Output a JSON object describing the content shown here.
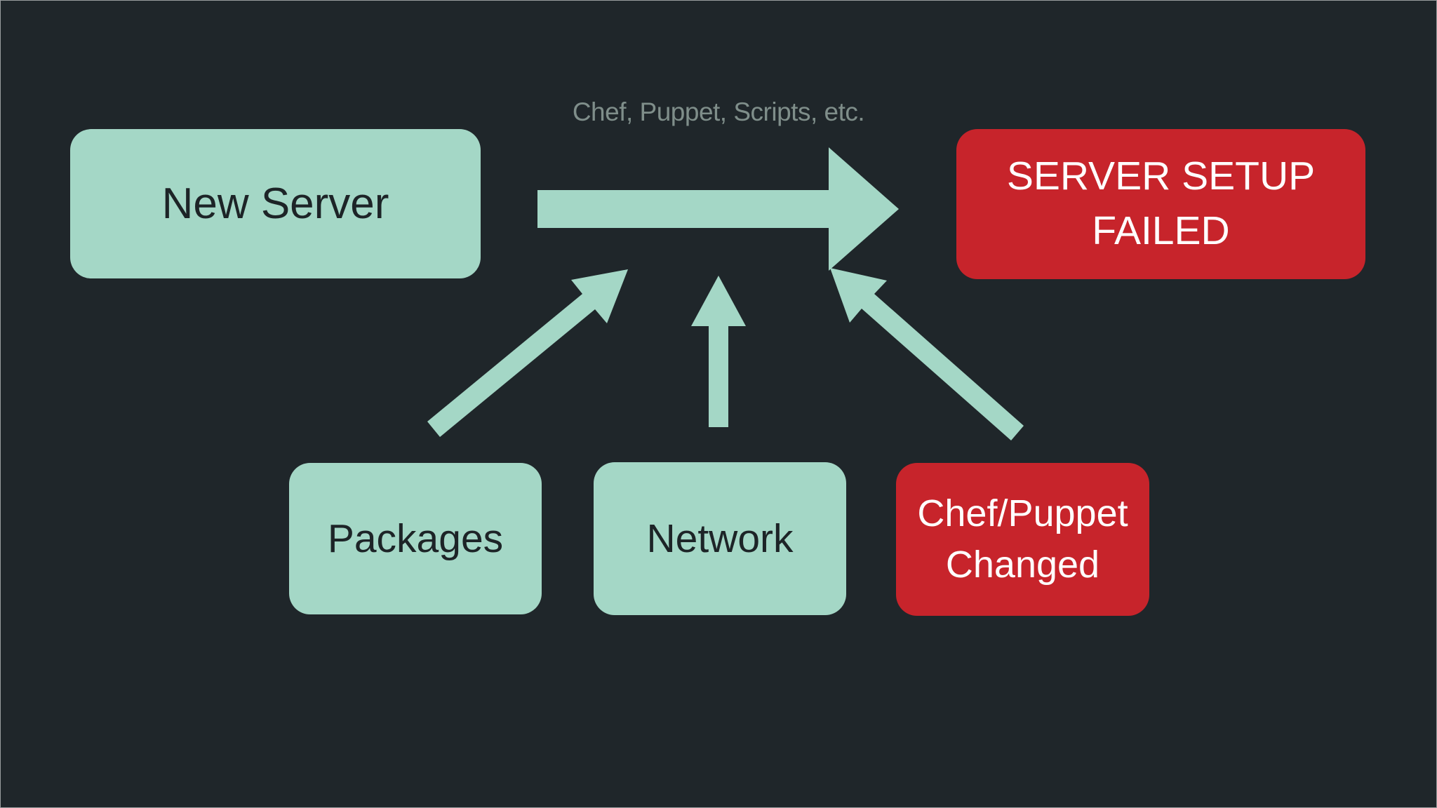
{
  "slide": {
    "kind": "flow-diagram",
    "caption": "Chef, Puppet, Scripts, etc.",
    "nodes": [
      {
        "id": "new-server",
        "label": "New Server",
        "variant": "mint"
      },
      {
        "id": "server-setup-failed",
        "label": "SERVER SETUP FAILED",
        "lines": [
          "SERVER SETUP",
          "FAILED"
        ],
        "variant": "red"
      },
      {
        "id": "packages",
        "label": "Packages",
        "variant": "mint"
      },
      {
        "id": "network",
        "label": "Network",
        "variant": "mint"
      },
      {
        "id": "chef-puppet-changed",
        "label": "Chef/Puppet Changed",
        "lines": [
          "Chef/Puppet",
          "Changed"
        ],
        "variant": "red"
      }
    ],
    "edges": [
      {
        "from": "new-server",
        "to": "server-setup-failed",
        "label": "Chef, Puppet, Scripts, etc."
      },
      {
        "from": "packages",
        "to": "main-flow-arrow"
      },
      {
        "from": "network",
        "to": "main-flow-arrow"
      },
      {
        "from": "chef-puppet-changed",
        "to": "main-flow-arrow"
      }
    ],
    "colors": {
      "background": "#1f262a",
      "mint": "#a4d7c6",
      "red": "#c7242b",
      "text_dark": "#1d2427",
      "text_light": "#ffffff",
      "caption_text": "#7f8e8a"
    }
  }
}
